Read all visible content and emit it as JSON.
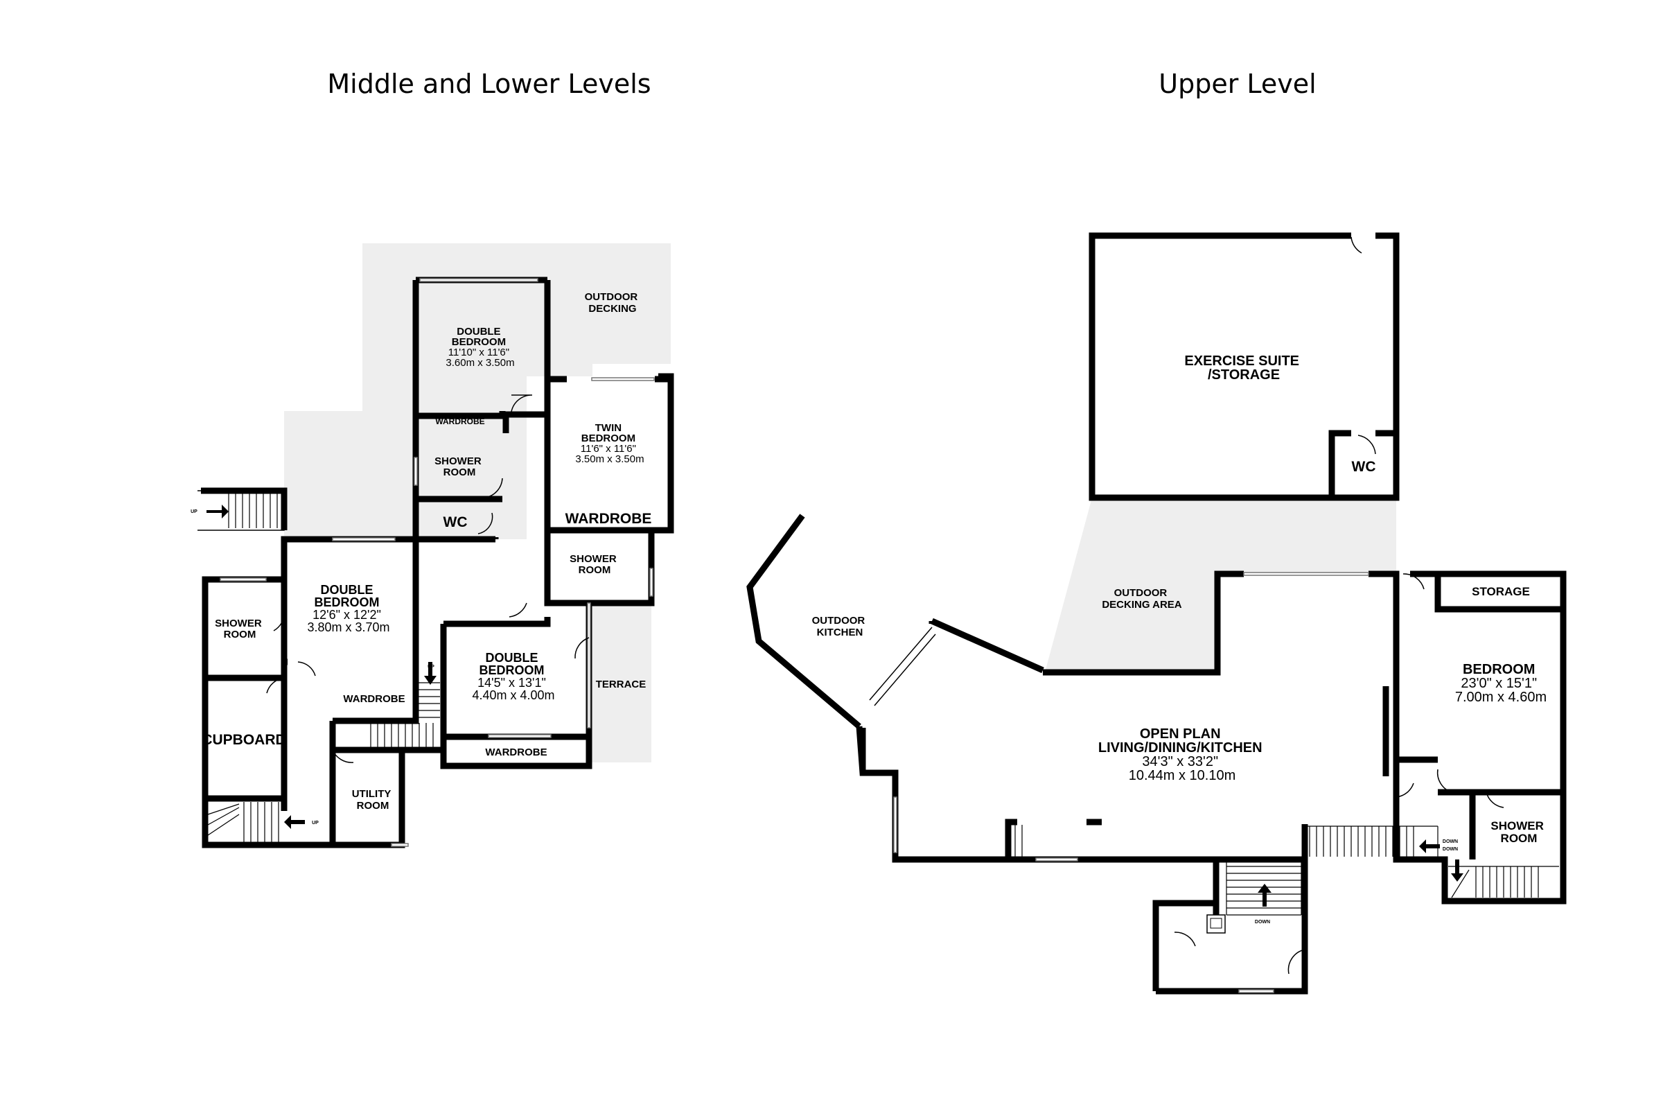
{
  "headings": {
    "left": "Middle and Lower Levels",
    "right": "Upper Level"
  },
  "left": {
    "outdoor_decking": [
      "OUTDOOR",
      "DECKING"
    ],
    "double_bedroom_1": [
      "DOUBLE",
      "BEDROOM",
      "11'10\"  x 11'6\"",
      "3.60m  x 3.50m"
    ],
    "wardrobe_small": "WARDROBE",
    "twin_bedroom": [
      "TWIN",
      "BEDROOM",
      "11'6\"  x 11'6\"",
      "3.50m  x 3.50m"
    ],
    "shower_room_1": [
      "SHOWER",
      "ROOM"
    ],
    "wc": "WC",
    "wardrobe_twin": "WARDROBE",
    "shower_room_2": [
      "SHOWER",
      "ROOM"
    ],
    "double_bedroom_2": [
      "DOUBLE",
      "BEDROOM",
      "12'6\"  x 12'2\"",
      "3.80m  x 3.70m"
    ],
    "shower_room_3": [
      "SHOWER",
      "ROOM"
    ],
    "double_bedroom_3": [
      "DOUBLE",
      "BEDROOM",
      "14'5\"  x 13'1\"",
      "4.40m  x 4.00m"
    ],
    "terrace": "TERRACE",
    "wardrobe_mid": "WARDROBE",
    "cupboard": "CUPBOARD",
    "wardrobe_bottom": "WARDROBE",
    "utility_room": [
      "UTILITY",
      "ROOM"
    ],
    "up_1": "UP",
    "up_2": "UP",
    "up_3": "UP"
  },
  "right": {
    "exercise_suite": [
      "EXERCISE SUITE",
      "/STORAGE"
    ],
    "wc": "WC",
    "outdoor_decking_area": [
      "OUTDOOR",
      "DECKING AREA"
    ],
    "outdoor_kitchen": [
      "OUTDOOR",
      "KITCHEN"
    ],
    "open_plan": [
      "OPEN PLAN",
      "LIVING/DINING/KITCHEN",
      "34'3\"  x 33'2\"",
      "10.44m  x 10.10m"
    ],
    "storage": "STORAGE",
    "bedroom": [
      "BEDROOM",
      "23'0\"  x 15'1\"",
      "7.00m  x 4.60m"
    ],
    "shower_room": [
      "SHOWER",
      "ROOM"
    ],
    "down_1": "DOWN",
    "down_2": "DOWN",
    "down_3": "DOWN"
  }
}
